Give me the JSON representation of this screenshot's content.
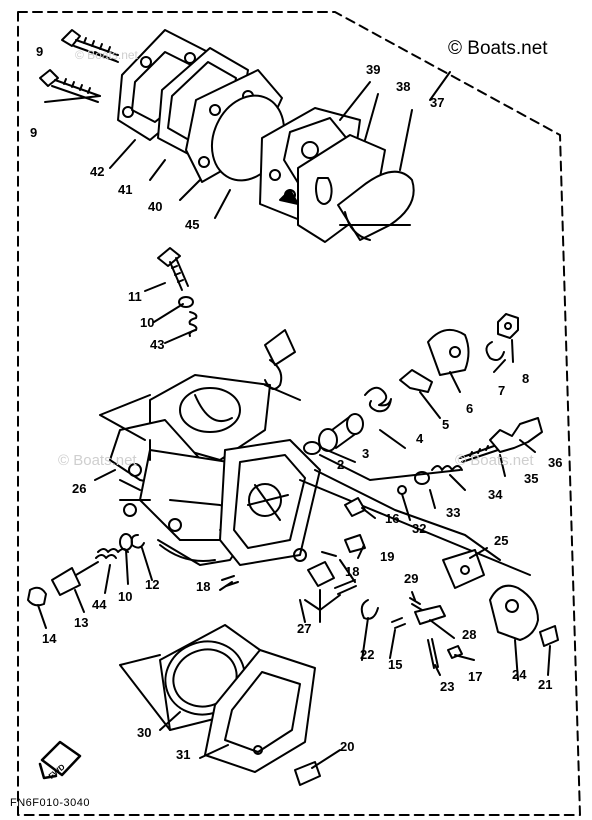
{
  "watermark": "© Boats.net",
  "diagram_code": "FN6F010-3040",
  "faint_watermarks": [
    "© Boats.net",
    "© Boats.net",
    "© Boats.net"
  ],
  "fwd_mark": "FWD",
  "callouts": [
    "9",
    "9",
    "42",
    "41",
    "40",
    "45",
    "39",
    "38",
    "37",
    "11",
    "10",
    "43",
    "8",
    "7",
    "6",
    "5",
    "4",
    "3",
    "2",
    "26",
    "36",
    "35",
    "34",
    "33",
    "32",
    "16",
    "19",
    "18",
    "25",
    "12",
    "10",
    "44",
    "13",
    "14",
    "18",
    "29",
    "27",
    "28",
    "22",
    "15",
    "17",
    "24",
    "21",
    "23",
    "30",
    "31",
    "20"
  ]
}
